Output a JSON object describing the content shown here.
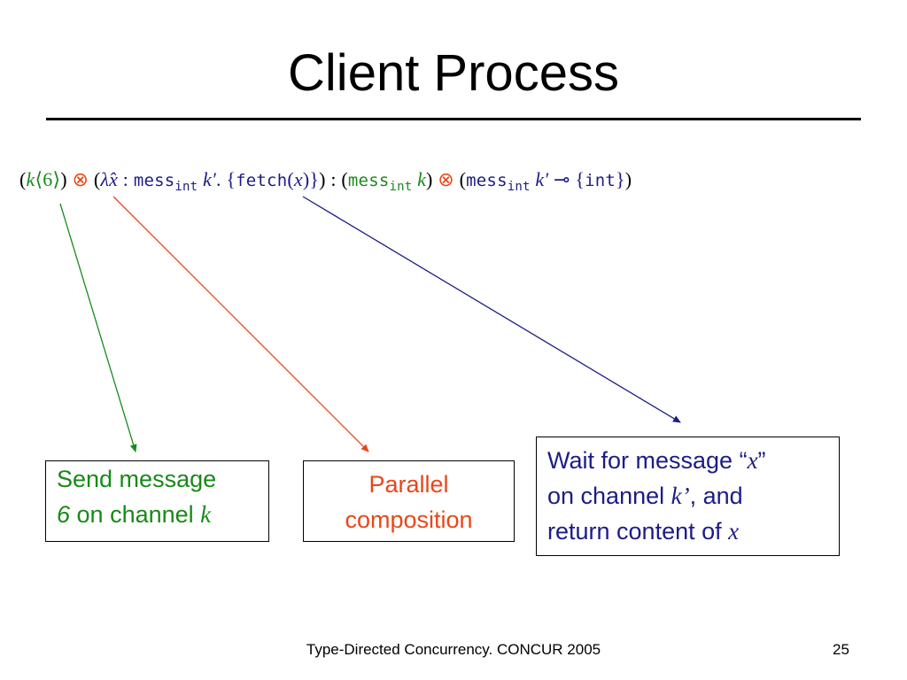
{
  "slide": {
    "title": "Client Process",
    "footer": "Type-Directed Concurrency. CONCUR 2005",
    "page_number": "25"
  },
  "formula": {
    "open_paren1": "(",
    "k": "k",
    "angle_open": "⟨",
    "six": "6",
    "angle_close": "⟩",
    "close_paren1": ")",
    "tensor1": "⊗",
    "open_paren2": "(",
    "lambda": "λ̂",
    "x": "x",
    "colon1": " : ",
    "mess1": "mess",
    "int1": "int",
    "kprime1": "k′",
    "dot": ". ",
    "brace_open": "{",
    "fetch": "fetch",
    "fetch_paren_open": "(",
    "fetch_x": "x",
    "fetch_paren_close": ")",
    "brace_close": "}",
    "close_paren2": ")",
    "typing_colon": " : ",
    "open_paren3": "(",
    "mess2": "mess",
    "int2": "int",
    "k2": "k",
    "close_paren3": ")",
    "tensor2": "⊗",
    "open_paren4": "(",
    "mess3": "mess",
    "int3": "int",
    "kprime2": "k′",
    "lollipop": "⊸",
    "brace_open2": "{",
    "int_type": "int",
    "brace_close2": "}",
    "close_paren4": ")"
  },
  "boxes": {
    "send": {
      "line1": "Send message",
      "six": "6",
      "on_channel": " on channel ",
      "k": "k"
    },
    "parallel": {
      "line1": "Parallel",
      "line2": "composition"
    },
    "wait": {
      "line1_pre": "Wait for message “",
      "line1_x": "x",
      "line1_post": "”",
      "line2_pre": "on channel ",
      "line2_k": "k’",
      "line2_post": ", and",
      "line3_pre": "return content of ",
      "line3_x": "x"
    }
  },
  "colors": {
    "green": "#1a8a1a",
    "orange": "#e8471a",
    "navy": "#1c1c86"
  }
}
